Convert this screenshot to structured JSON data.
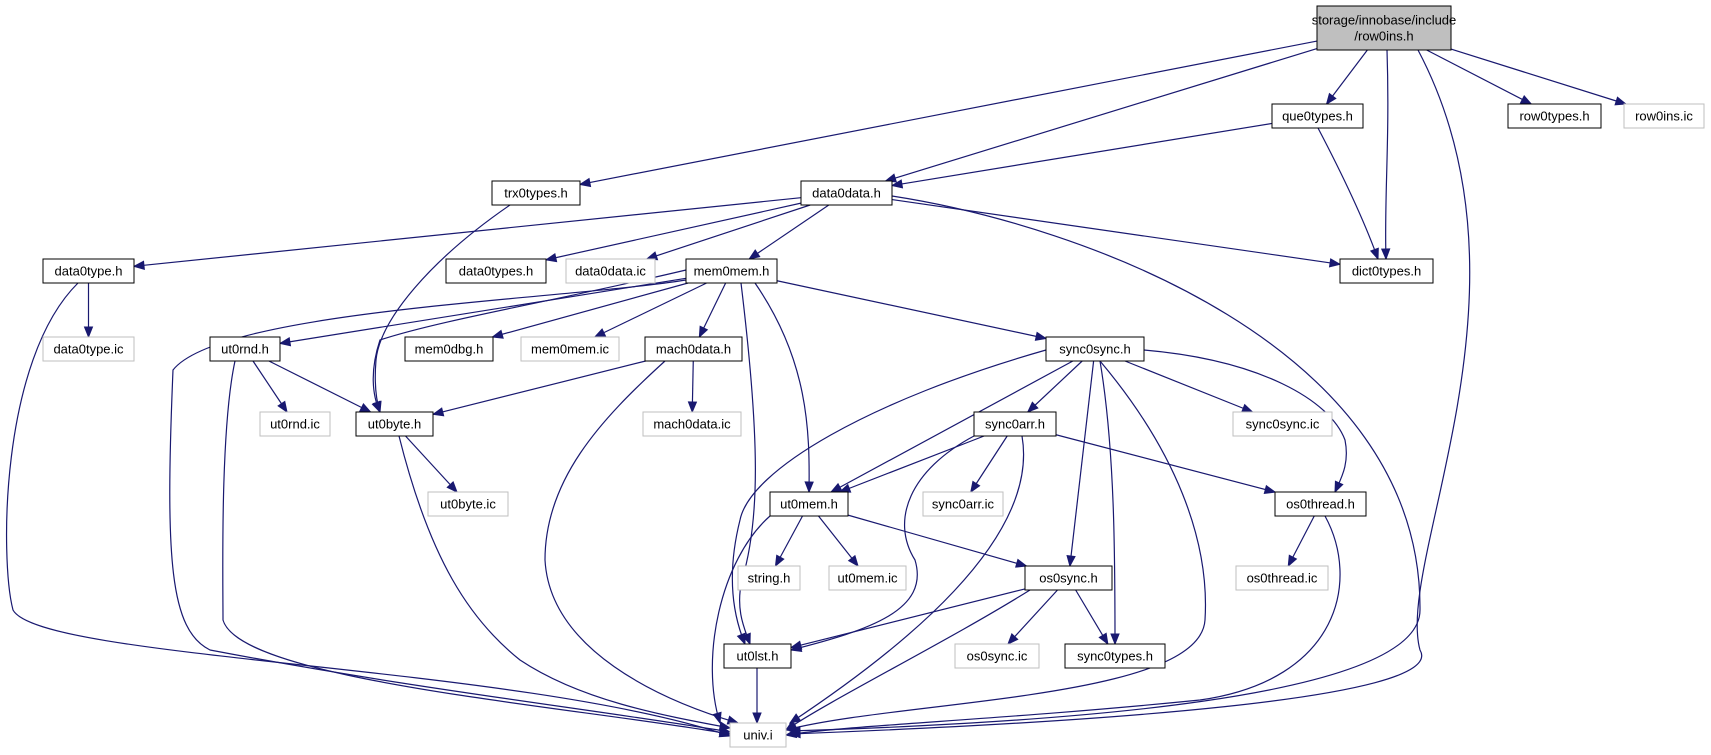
{
  "graph": {
    "colors": {
      "edge": "#191970",
      "node_border": "#000000",
      "external_border": "#bfbfbf",
      "root_fill": "#bfbfbf",
      "node_fill": "#ffffff"
    },
    "nodes": [
      {
        "id": "row0ins_h",
        "lines": [
          "storage/innobase/include",
          "/row0ins.h"
        ],
        "kind": "root"
      },
      {
        "id": "que0types_h",
        "lines": [
          "que0types.h"
        ],
        "kind": "normal"
      },
      {
        "id": "row0types_h",
        "lines": [
          "row0types.h"
        ],
        "kind": "normal"
      },
      {
        "id": "row0ins_ic",
        "lines": [
          "row0ins.ic"
        ],
        "kind": "external"
      },
      {
        "id": "trx0types_h",
        "lines": [
          "trx0types.h"
        ],
        "kind": "normal"
      },
      {
        "id": "data0data_h",
        "lines": [
          "data0data.h"
        ],
        "kind": "normal"
      },
      {
        "id": "data0type_h",
        "lines": [
          "data0type.h"
        ],
        "kind": "normal"
      },
      {
        "id": "data0types_h",
        "lines": [
          "data0types.h"
        ],
        "kind": "normal"
      },
      {
        "id": "data0data_ic",
        "lines": [
          "data0data.ic"
        ],
        "kind": "external"
      },
      {
        "id": "mem0mem_h",
        "lines": [
          "mem0mem.h"
        ],
        "kind": "normal"
      },
      {
        "id": "dict0types_h",
        "lines": [
          "dict0types.h"
        ],
        "kind": "normal"
      },
      {
        "id": "data0type_ic",
        "lines": [
          "data0type.ic"
        ],
        "kind": "external"
      },
      {
        "id": "ut0rnd_h",
        "lines": [
          "ut0rnd.h"
        ],
        "kind": "normal"
      },
      {
        "id": "mem0dbg_h",
        "lines": [
          "mem0dbg.h"
        ],
        "kind": "normal"
      },
      {
        "id": "mem0mem_ic",
        "lines": [
          "mem0mem.ic"
        ],
        "kind": "external"
      },
      {
        "id": "mach0data_h",
        "lines": [
          "mach0data.h"
        ],
        "kind": "normal"
      },
      {
        "id": "sync0sync_h",
        "lines": [
          "sync0sync.h"
        ],
        "kind": "normal"
      },
      {
        "id": "ut0rnd_ic",
        "lines": [
          "ut0rnd.ic"
        ],
        "kind": "external"
      },
      {
        "id": "ut0byte_h",
        "lines": [
          "ut0byte.h"
        ],
        "kind": "normal"
      },
      {
        "id": "mach0data_ic",
        "lines": [
          "mach0data.ic"
        ],
        "kind": "external"
      },
      {
        "id": "sync0arr_h",
        "lines": [
          "sync0arr.h"
        ],
        "kind": "normal"
      },
      {
        "id": "sync0sync_ic",
        "lines": [
          "sync0sync.ic"
        ],
        "kind": "external"
      },
      {
        "id": "ut0byte_ic",
        "lines": [
          "ut0byte.ic"
        ],
        "kind": "external"
      },
      {
        "id": "ut0mem_h",
        "lines": [
          "ut0mem.h"
        ],
        "kind": "normal"
      },
      {
        "id": "sync0arr_ic",
        "lines": [
          "sync0arr.ic"
        ],
        "kind": "external"
      },
      {
        "id": "os0thread_h",
        "lines": [
          "os0thread.h"
        ],
        "kind": "normal"
      },
      {
        "id": "string_h",
        "lines": [
          "string.h"
        ],
        "kind": "external"
      },
      {
        "id": "ut0mem_ic",
        "lines": [
          "ut0mem.ic"
        ],
        "kind": "external"
      },
      {
        "id": "os0sync_h",
        "lines": [
          "os0sync.h"
        ],
        "kind": "normal"
      },
      {
        "id": "os0thread_ic",
        "lines": [
          "os0thread.ic"
        ],
        "kind": "external"
      },
      {
        "id": "os0sync_ic",
        "lines": [
          "os0sync.ic"
        ],
        "kind": "external"
      },
      {
        "id": "sync0types_h",
        "lines": [
          "sync0types.h"
        ],
        "kind": "normal"
      },
      {
        "id": "ut0lst_h",
        "lines": [
          "ut0lst.h"
        ],
        "kind": "normal"
      },
      {
        "id": "univ_i",
        "lines": [
          "univ.i"
        ],
        "kind": "external"
      }
    ],
    "edges": [
      [
        "row0ins_h",
        "que0types_h"
      ],
      [
        "row0ins_h",
        "row0types_h"
      ],
      [
        "row0ins_h",
        "row0ins_ic"
      ],
      [
        "row0ins_h",
        "trx0types_h"
      ],
      [
        "row0ins_h",
        "data0data_h"
      ],
      [
        "row0ins_h",
        "dict0types_h"
      ],
      [
        "row0ins_h",
        "univ_i"
      ],
      [
        "que0types_h",
        "data0data_h"
      ],
      [
        "que0types_h",
        "dict0types_h"
      ],
      [
        "trx0types_h",
        "ut0byte_h"
      ],
      [
        "data0data_h",
        "data0type_h"
      ],
      [
        "data0data_h",
        "data0types_h"
      ],
      [
        "data0data_h",
        "data0data_ic"
      ],
      [
        "data0data_h",
        "mem0mem_h"
      ],
      [
        "data0data_h",
        "dict0types_h"
      ],
      [
        "data0data_h",
        "univ_i"
      ],
      [
        "data0type_h",
        "data0type_ic"
      ],
      [
        "data0type_h",
        "univ_i"
      ],
      [
        "mem0mem_h",
        "ut0rnd_h"
      ],
      [
        "mem0mem_h",
        "ut0byte_h"
      ],
      [
        "mem0mem_h",
        "mem0dbg_h"
      ],
      [
        "mem0mem_h",
        "mem0mem_ic"
      ],
      [
        "mem0mem_h",
        "mach0data_h"
      ],
      [
        "mem0mem_h",
        "sync0sync_h"
      ],
      [
        "mem0mem_h",
        "ut0mem_h"
      ],
      [
        "mem0mem_h",
        "ut0lst_h"
      ],
      [
        "mem0mem_h",
        "univ_i"
      ],
      [
        "ut0rnd_h",
        "ut0rnd_ic"
      ],
      [
        "ut0rnd_h",
        "ut0byte_h"
      ],
      [
        "ut0rnd_h",
        "univ_i"
      ],
      [
        "mach0data_h",
        "ut0byte_h"
      ],
      [
        "mach0data_h",
        "mach0data_ic"
      ],
      [
        "mach0data_h",
        "univ_i"
      ],
      [
        "ut0byte_h",
        "ut0byte_ic"
      ],
      [
        "ut0byte_h",
        "univ_i"
      ],
      [
        "sync0sync_h",
        "sync0arr_h"
      ],
      [
        "sync0sync_h",
        "sync0sync_ic"
      ],
      [
        "sync0sync_h",
        "os0thread_h"
      ],
      [
        "sync0sync_h",
        "ut0mem_h"
      ],
      [
        "sync0sync_h",
        "os0sync_h"
      ],
      [
        "sync0sync_h",
        "sync0types_h"
      ],
      [
        "sync0sync_h",
        "ut0lst_h"
      ],
      [
        "sync0sync_h",
        "univ_i"
      ],
      [
        "sync0arr_h",
        "sync0arr_ic"
      ],
      [
        "sync0arr_h",
        "ut0mem_h"
      ],
      [
        "sync0arr_h",
        "os0thread_h"
      ],
      [
        "sync0arr_h",
        "ut0lst_h"
      ],
      [
        "sync0arr_h",
        "univ_i"
      ],
      [
        "ut0mem_h",
        "string_h"
      ],
      [
        "ut0mem_h",
        "ut0mem_ic"
      ],
      [
        "ut0mem_h",
        "os0sync_h"
      ],
      [
        "ut0mem_h",
        "univ_i"
      ],
      [
        "os0thread_h",
        "os0thread_ic"
      ],
      [
        "os0thread_h",
        "univ_i"
      ],
      [
        "os0sync_h",
        "os0sync_ic"
      ],
      [
        "os0sync_h",
        "sync0types_h"
      ],
      [
        "os0sync_h",
        "ut0lst_h"
      ],
      [
        "os0sync_h",
        "univ_i"
      ],
      [
        "ut0lst_h",
        "univ_i"
      ]
    ]
  }
}
